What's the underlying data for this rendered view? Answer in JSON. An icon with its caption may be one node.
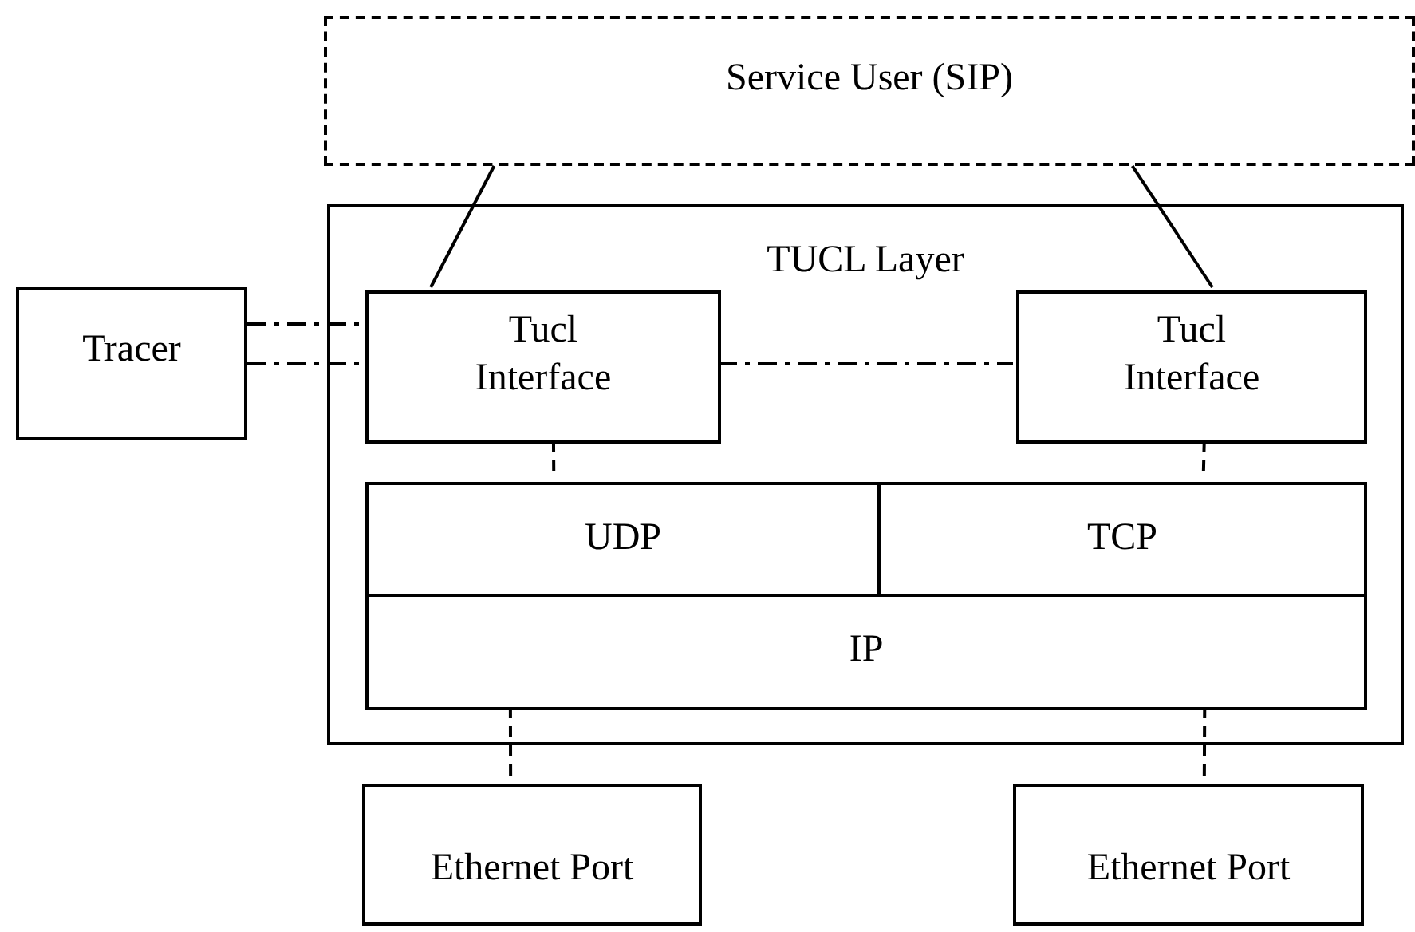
{
  "diagram": {
    "nodes": [
      {
        "text": [
          "Service User (SIP)"
        ]
      },
      {
        "text": [
          "TUCL Layer"
        ]
      },
      {
        "text": [
          "Tracer"
        ]
      },
      {
        "text": [
          "Tucl Interface"
        ],
        "in": 1
      },
      {
        "text": [
          "Tucl Interface"
        ],
        "in": 1
      },
      {
        "text": [
          "UDP"
        ],
        "in": 1
      },
      {
        "text": [
          "TCP"
        ],
        "in": 1
      },
      {
        "text": [
          "IP"
        ],
        "in": 1
      },
      {
        "text": [
          "Ethernet Port"
        ]
      },
      {
        "text": [
          "Ethernet Port"
        ]
      }
    ],
    "edges": [
      {
        "from": 0,
        "to": 3,
        "arrow": "none"
      },
      {
        "from": 0,
        "to": 4,
        "arrow": "none"
      },
      {
        "from": 2,
        "to": 3,
        "arrow": "none",
        "style": "dashed"
      },
      {
        "from": 2,
        "to": 3,
        "arrow": "none",
        "style": "dashed"
      },
      {
        "from": 3,
        "to": 4,
        "arrow": "none",
        "style": "dashed"
      },
      {
        "from": 3,
        "to": 5,
        "arrow": "none",
        "style": "dashed"
      },
      {
        "from": 4,
        "to": 6,
        "arrow": "none",
        "style": "dashed"
      },
      {
        "from": 7,
        "to": 8,
        "arrow": "none",
        "style": "dashed"
      },
      {
        "from": 7,
        "to": 9,
        "arrow": "none",
        "style": "dashed"
      }
    ]
  }
}
